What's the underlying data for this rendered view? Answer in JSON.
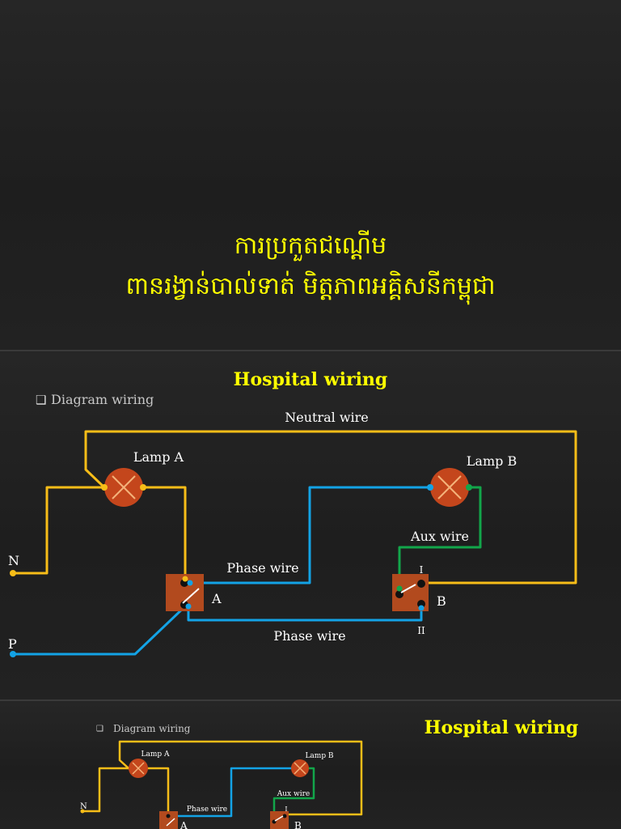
{
  "slide1": {
    "title_line1": "ការប្រកួតជណ្ដើម",
    "title_line2": "ពានរង្វាន់បាល់ទាត់ មិត្តភាពអគ្គិសនីកម្ពុជា"
  },
  "slide2": {
    "title": "Hospital wiring",
    "bullet": "❑",
    "subtitle": "Diagram wiring",
    "labels": {
      "neutral_wire": "Neutral wire",
      "lamp_a": "Lamp A",
      "lamp_b": "Lamp B",
      "aux_wire": "Aux wire",
      "phase_wire_top": "Phase wire",
      "phase_wire_bottom": "Phase wire",
      "n": "N",
      "p": "P",
      "switch_a": "A",
      "switch_b": "B",
      "terminal_1": "I",
      "terminal_2": "II"
    }
  },
  "slide3": {
    "title": "Hospital wiring",
    "bullet": "❑",
    "subtitle": "Diagram wiring",
    "labels": {
      "lamp_a": "Lamp A",
      "lamp_b": "Lamp B",
      "phase_wire": "Phase wire",
      "aux_wire": "Aux wire",
      "n": "N",
      "switch_a": "A",
      "switch_b": "B",
      "terminal_1": "I"
    }
  },
  "colors": {
    "neutral": "#f7bd18",
    "phase": "#13a3e6",
    "aux": "#12a64a",
    "lamp": "#c4461c",
    "switch": "#b24a1e",
    "title": "#ffff00"
  }
}
